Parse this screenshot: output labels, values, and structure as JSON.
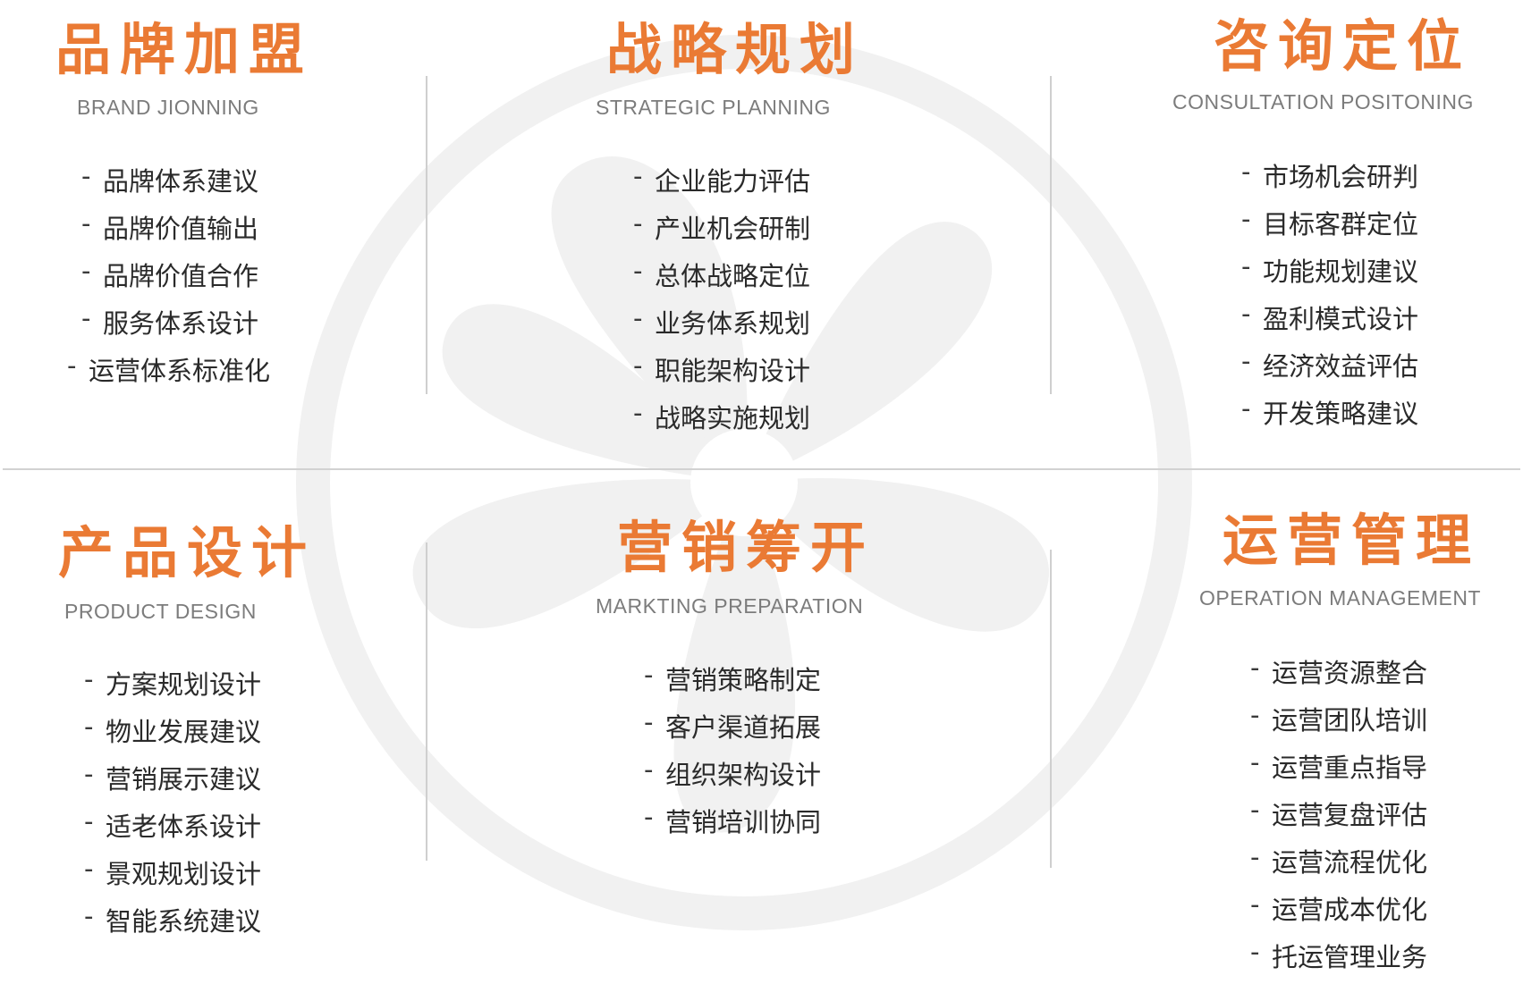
{
  "sections": [
    {
      "title": "品牌加盟",
      "subtitle": "BRAND JIONNING",
      "items": [
        "品牌体系建议",
        "品牌价值输出",
        "品牌价值合作",
        "服务体系设计",
        "运营体系标准化"
      ]
    },
    {
      "title": "战略规划",
      "subtitle": "STRATEGIC PLANNING",
      "items": [
        "企业能力评估",
        "产业机会研制",
        "总体战略定位",
        "业务体系规划",
        "职能架构设计",
        "战略实施规划"
      ]
    },
    {
      "title": "咨询定位",
      "subtitle": "CONSULTATION POSITONING",
      "items": [
        "市场机会研判",
        "目标客群定位",
        "功能规划建议",
        "盈利模式设计",
        "经济效益评估",
        "开发策略建议"
      ]
    },
    {
      "title": "产品设计",
      "subtitle": "PRODUCT DESIGN",
      "items": [
        "方案规划设计",
        "物业发展建议",
        "营销展示建议",
        "适老体系设计",
        "景观规划设计",
        "智能系统建议"
      ]
    },
    {
      "title": "营销筹开",
      "subtitle": "MARKTING PREPARATION",
      "items": [
        "营销策略制定",
        "客户渠道拓展",
        "组织架构设计",
        "营销培训协同"
      ]
    },
    {
      "title": "运营管理",
      "subtitle": "OPERATION MANAGEMENT",
      "items": [
        "运营资源整合",
        "运营团队培训",
        "运营重点指导",
        "运营复盘评估",
        "运营流程优化",
        "运营成本优化",
        "托运管理业务"
      ]
    }
  ],
  "item_prefix": "-",
  "colors": {
    "title": "#ea7a34",
    "subtitle": "#7c7c7c",
    "text": "#2a2a2a",
    "divider": "#d2d2d2",
    "watermark": "#f1f1f1"
  },
  "icons": {
    "background": "flower-watermark-icon"
  }
}
